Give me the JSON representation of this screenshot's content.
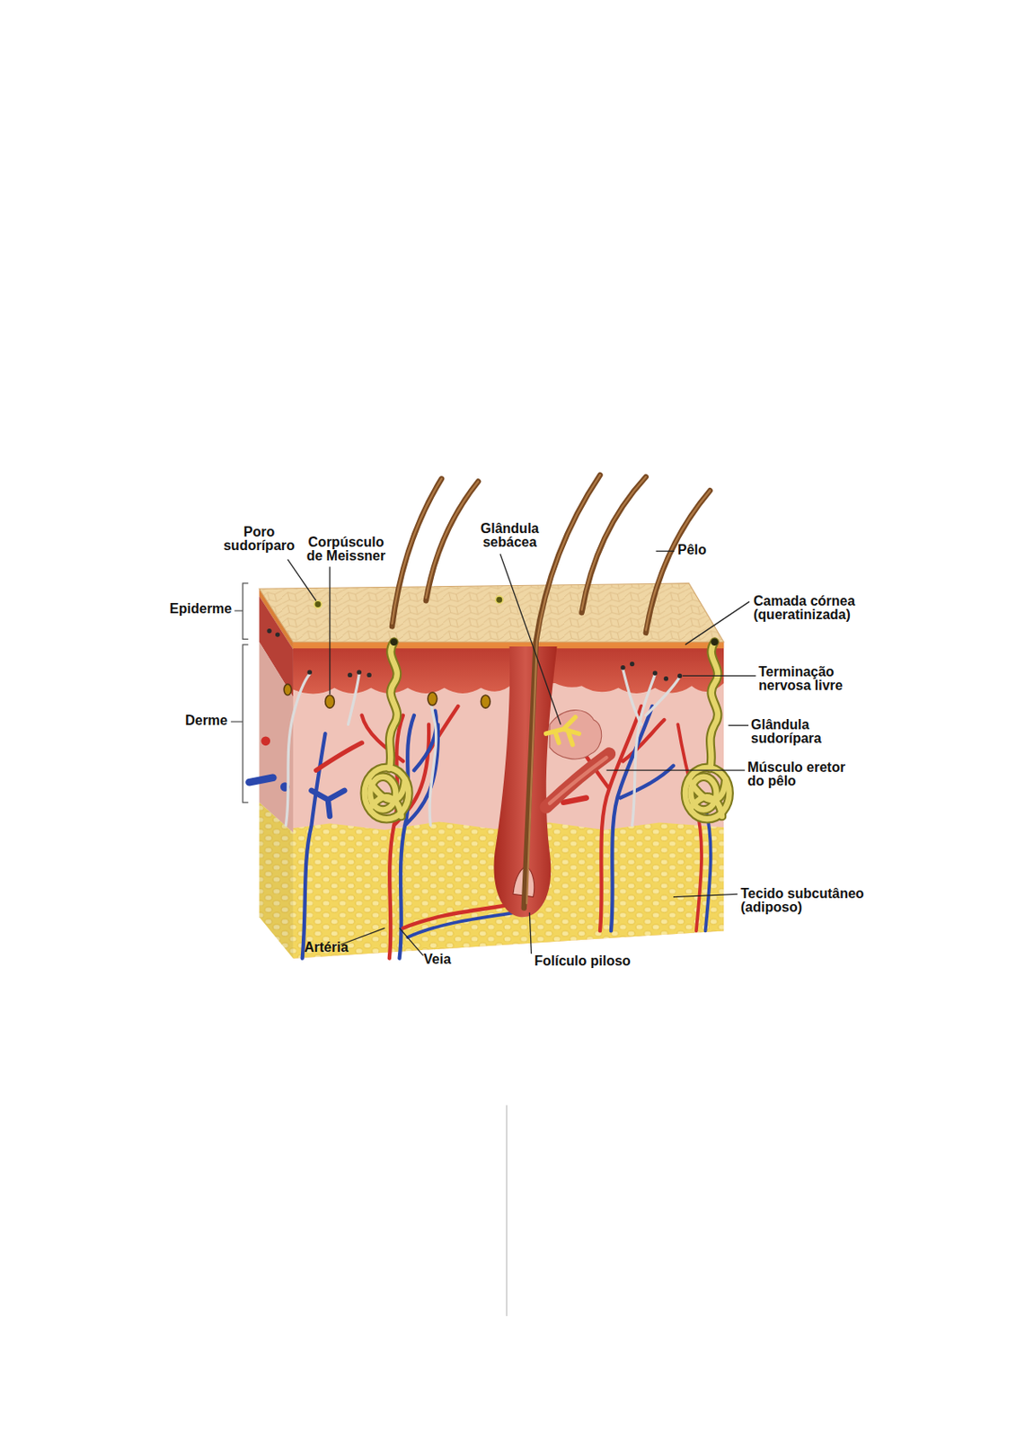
{
  "diagram": {
    "labels": [
      "Poro sudoríparo",
      "Corpúsculo de Meissner",
      "Glândula sebácea",
      "Pêlo",
      "Epiderme",
      "Derme",
      "Camada córnea (queratinizada)",
      "Terminação nervosa livre",
      "Glândula sudorípara",
      "Músculo eretor do pêlo",
      "Tecido subcutâneo (adiposo)",
      "Artéria",
      "Veia",
      "Folículo piloso"
    ]
  }
}
